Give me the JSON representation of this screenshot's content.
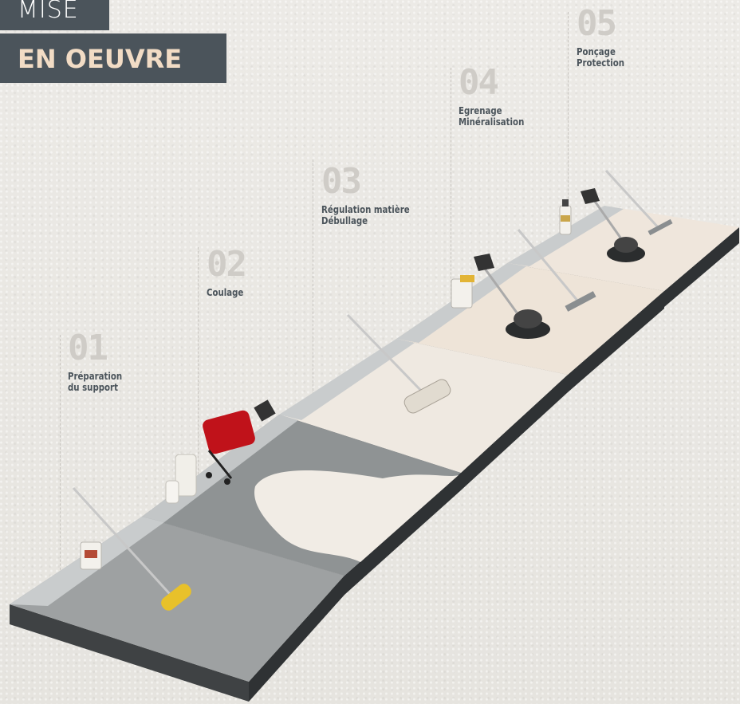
{
  "title": {
    "line1": "MISE",
    "line2": "EN OEUVRE"
  },
  "steps": [
    {
      "number": "01",
      "line1": "Préparation",
      "line2": "du support"
    },
    {
      "number": "02",
      "line1": "Coulage",
      "line2": ""
    },
    {
      "number": "03",
      "line1": "Régulation matière",
      "line2": "Débullage"
    },
    {
      "number": "04",
      "line1": "Egrenage",
      "line2": "Minéralisation"
    },
    {
      "number": "05",
      "line1": "Ponçage",
      "line2": "Protection"
    }
  ],
  "colors": {
    "title_bg": "#4b545b",
    "title_accent": "#f2dcc5",
    "slab_side": "#3f4244",
    "concrete": "#9ea1a2",
    "resin": "#f1ece5",
    "roller": "#e8c12a",
    "mixer": "#c0121a"
  },
  "icons": [
    "roller-icon",
    "bucket-icon",
    "mixer-icon",
    "spiked-roller-icon",
    "floor-machine-icon",
    "mop-icon",
    "bottle-icon"
  ]
}
